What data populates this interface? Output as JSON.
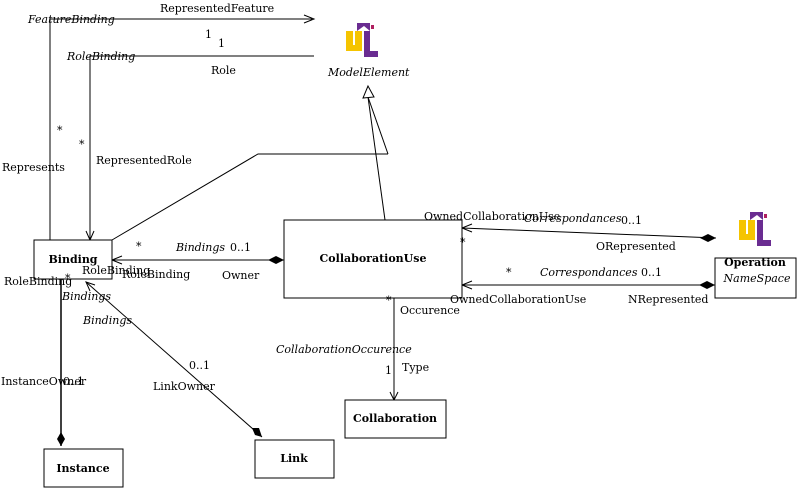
{
  "classes": {
    "binding": "Binding",
    "collaboration_use": "CollaborationUse",
    "collaboration": "Collaboration",
    "instance": "Instance",
    "link": "Link",
    "operation": "Operation",
    "operation_stereotype": "NameSpace",
    "model_element": "ModelElement"
  },
  "labels": {
    "feature_binding": "FeatureBinding",
    "represented_feature": "RepresentedFeature",
    "mult_1a": "1",
    "mult_1b": "1",
    "role_binding_top": "RoleBinding",
    "role": "Role",
    "star_left": "*",
    "represents": "Represents",
    "star_mid": "*",
    "represented_role": "RepresentedRole",
    "star_bind": "*",
    "bindings_top": "Bindings",
    "mult_01_bind": "0..1",
    "role_binding_left": "RoleBinding",
    "role_binding_mid": "RoleBinding",
    "role_binding_right": "RoleBinding",
    "owner": "Owner",
    "star_below": "*",
    "bindings_mid": "Bindings",
    "bindings_low": "Bindings",
    "mult_01_link": "0..1",
    "link_owner": "LinkOwner",
    "instance_owner": "InstanceOwner",
    "mult_01_inst": "0..1",
    "owned_collab_use_top": "OwnedCollaborationUse",
    "correspondances_top": "Correspondances",
    "mult_01_corr_top": "0..1",
    "star_corr_top": "*",
    "o_represented": "ORepresented",
    "star_corr_bottom": "*",
    "correspondances_bottom": "Correspondances",
    "mult_01_corr_bottom": "0..1",
    "owned_collab_use_bottom": "OwnedCollaborationUse",
    "n_represented": "NRepresented",
    "star_occ": "*",
    "occurence": "Occurence",
    "collaboration_occurence": "CollaborationOccurence",
    "mult_1_type": "1",
    "type": "Type"
  },
  "icons": [
    "uml-logo-icon",
    "uml-logo-icon"
  ],
  "colors": {
    "uml_yellow": "#f5c400",
    "uml_purple": "#6a2c91",
    "uml_mark": "#b02060"
  }
}
